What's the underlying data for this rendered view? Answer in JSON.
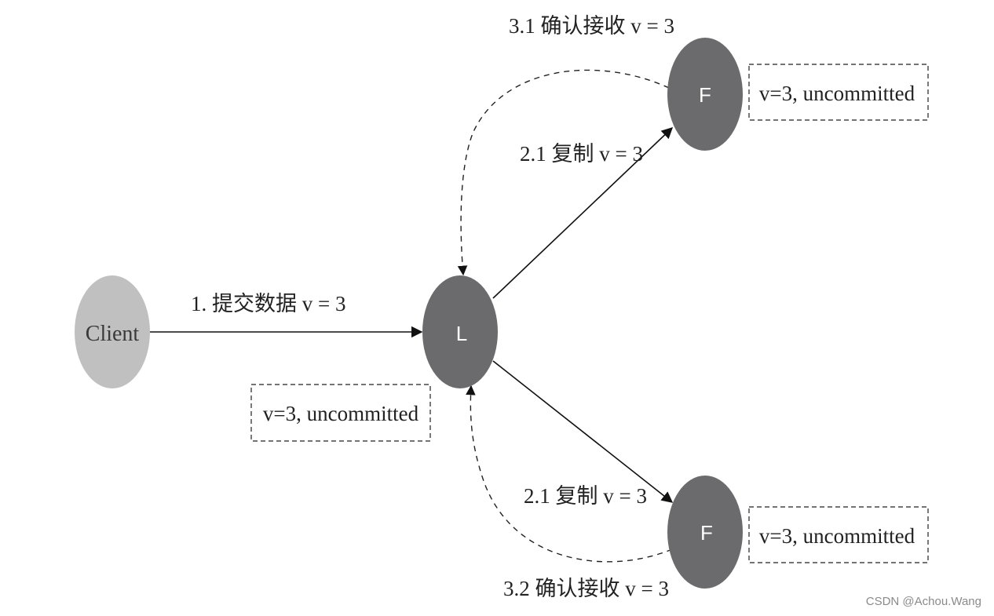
{
  "nodes": {
    "client": {
      "label": "Client",
      "color": "#c0c0c0",
      "text_color": "#3a3a3a"
    },
    "leader": {
      "label": "L",
      "color": "#6b6b6d",
      "text_color": "#ffffff"
    },
    "follower_top": {
      "label": "F",
      "color": "#6b6b6d",
      "text_color": "#ffffff"
    },
    "follower_bottom": {
      "label": "F",
      "color": "#6b6b6d",
      "text_color": "#ffffff"
    }
  },
  "edges": {
    "submit": "1. 提交数据 v = 3",
    "replicate_top": "2.1 复制 v = 3",
    "replicate_bottom": "2.1 复制 v = 3",
    "ack_top": "3.1 确认接收 v = 3",
    "ack_bottom": "3.2 确认接收 v = 3"
  },
  "status_boxes": {
    "leader": "v=3, uncommitted",
    "follower_top": "v=3, uncommitted",
    "follower_bottom": "v=3, uncommitted"
  },
  "watermark": "CSDN @Achou.Wang"
}
